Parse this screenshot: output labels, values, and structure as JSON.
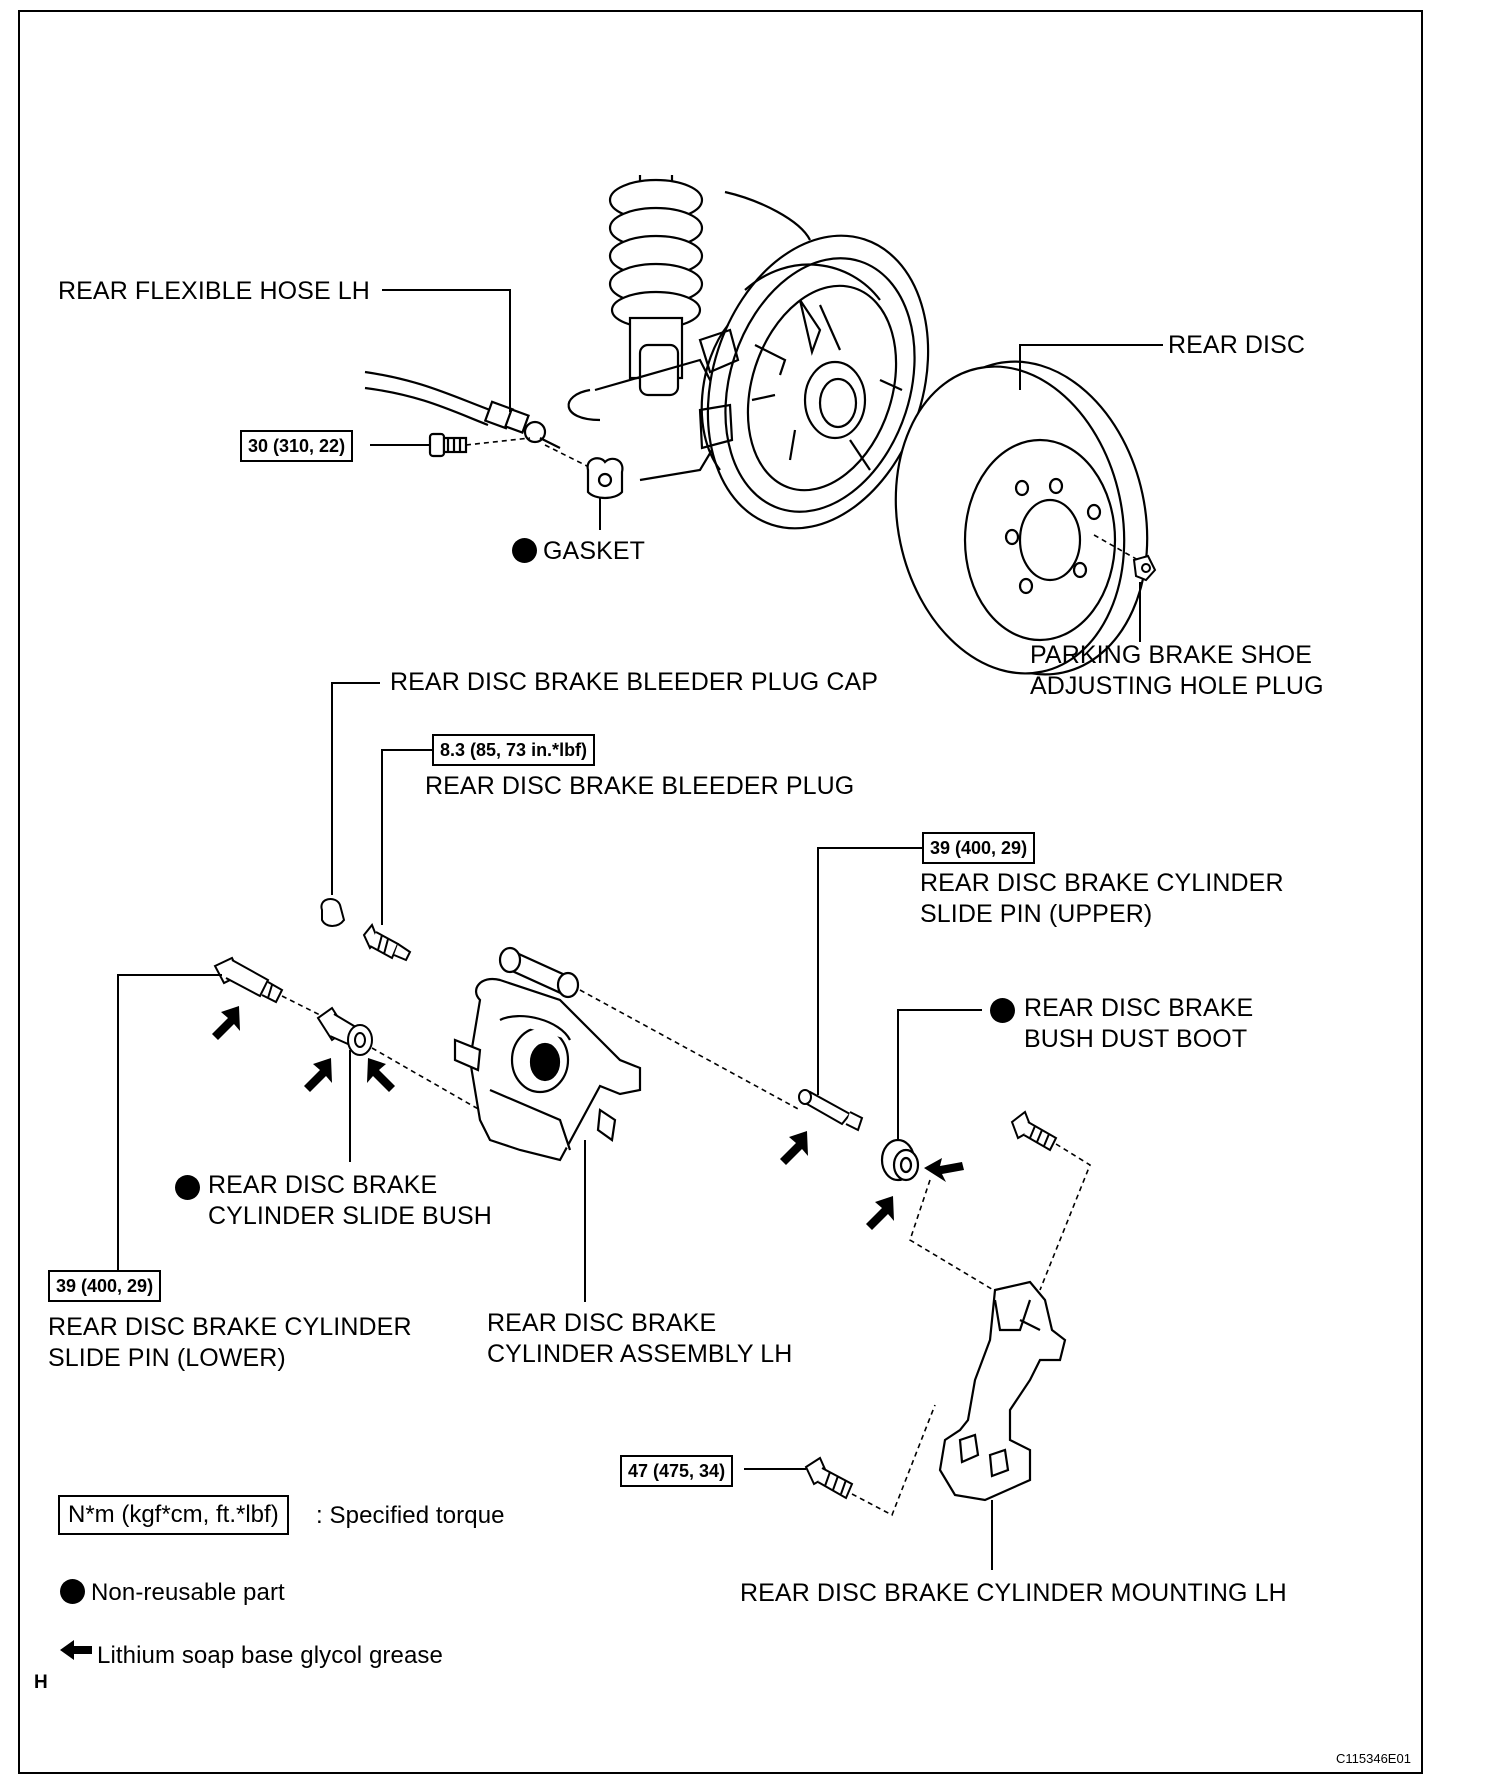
{
  "parts": {
    "rear_flexible_hose": "REAR FLEXIBLE HOSE LH",
    "gasket": "GASKET",
    "rear_disc": "REAR DISC",
    "parking_brake_plug_line1": "PARKING BRAKE SHOE",
    "parking_brake_plug_line2": "ADJUSTING HOLE PLUG",
    "bleeder_plug_cap": "REAR DISC BRAKE BLEEDER PLUG CAP",
    "bleeder_plug": "REAR DISC BRAKE BLEEDER PLUG",
    "slide_pin_upper_line1": "REAR DISC BRAKE CYLINDER",
    "slide_pin_upper_line2": "SLIDE PIN (UPPER)",
    "bush_dust_boot_line1": "REAR DISC BRAKE",
    "bush_dust_boot_line2": "BUSH DUST BOOT",
    "slide_bush_line1": "REAR DISC BRAKE",
    "slide_bush_line2": "CYLINDER SLIDE BUSH",
    "slide_pin_lower_line1": "REAR DISC BRAKE CYLINDER",
    "slide_pin_lower_line2": "SLIDE PIN (LOWER)",
    "cylinder_assembly_line1": "REAR DISC BRAKE",
    "cylinder_assembly_line2": "CYLINDER ASSEMBLY LH",
    "cylinder_mounting": "REAR DISC BRAKE CYLINDER MOUNTING LH"
  },
  "torques": {
    "hose_bolt": "30 (310, 22)",
    "bleeder_plug": "8.3 (85, 73 in.*lbf)",
    "slide_pin_upper": "39 (400, 29)",
    "slide_pin_lower": "39 (400, 29)",
    "mounting_bolt": "47 (475, 34)"
  },
  "legend": {
    "torque_unit": "N*m (kgf*cm, ft.*lbf)",
    "torque_desc": ": Specified torque",
    "non_reusable": "Non-reusable part",
    "grease": "Lithium soap base glycol grease"
  },
  "footer": {
    "corner_mark": "H",
    "figure_code": "C115346E01"
  },
  "icons": [
    "non-reusable-dot-icon",
    "grease-arrow-icon"
  ]
}
